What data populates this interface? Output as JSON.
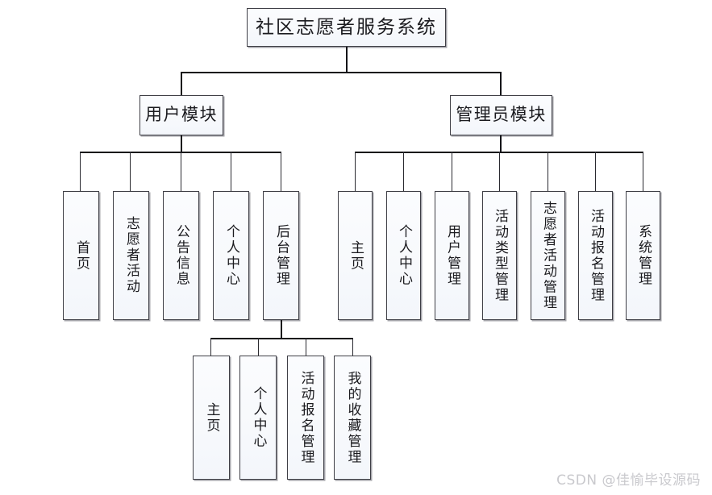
{
  "diagram": {
    "title": "社区志愿者服务系统",
    "type": "system-function-tree",
    "root": {
      "label": "社区志愿者服务系统"
    },
    "modules": [
      {
        "label": "用户模块",
        "children": [
          {
            "label": "首页"
          },
          {
            "label": "志愿者活动"
          },
          {
            "label": "公告信息"
          },
          {
            "label": "个人中心"
          },
          {
            "label": "后台管理",
            "children": [
              {
                "label": "主页"
              },
              {
                "label": "个人中心"
              },
              {
                "label": "活动报名管理"
              },
              {
                "label": "我的收藏管理"
              }
            ]
          }
        ]
      },
      {
        "label": "管理员模块",
        "children": [
          {
            "label": "主页"
          },
          {
            "label": "个人中心"
          },
          {
            "label": "用户管理"
          },
          {
            "label": "活动类型管理"
          },
          {
            "label": "志愿者活动管理"
          },
          {
            "label": "活动报名管理"
          },
          {
            "label": "系统管理"
          }
        ]
      }
    ]
  },
  "watermark": {
    "text": "CSDN @佳愉毕设源码"
  },
  "colors": {
    "box_border": "#3f3f46",
    "box_fill": "#f7f9fc",
    "line": "#2a2a30",
    "text": "#1b1b1f",
    "watermark": "#c9c9cd"
  }
}
